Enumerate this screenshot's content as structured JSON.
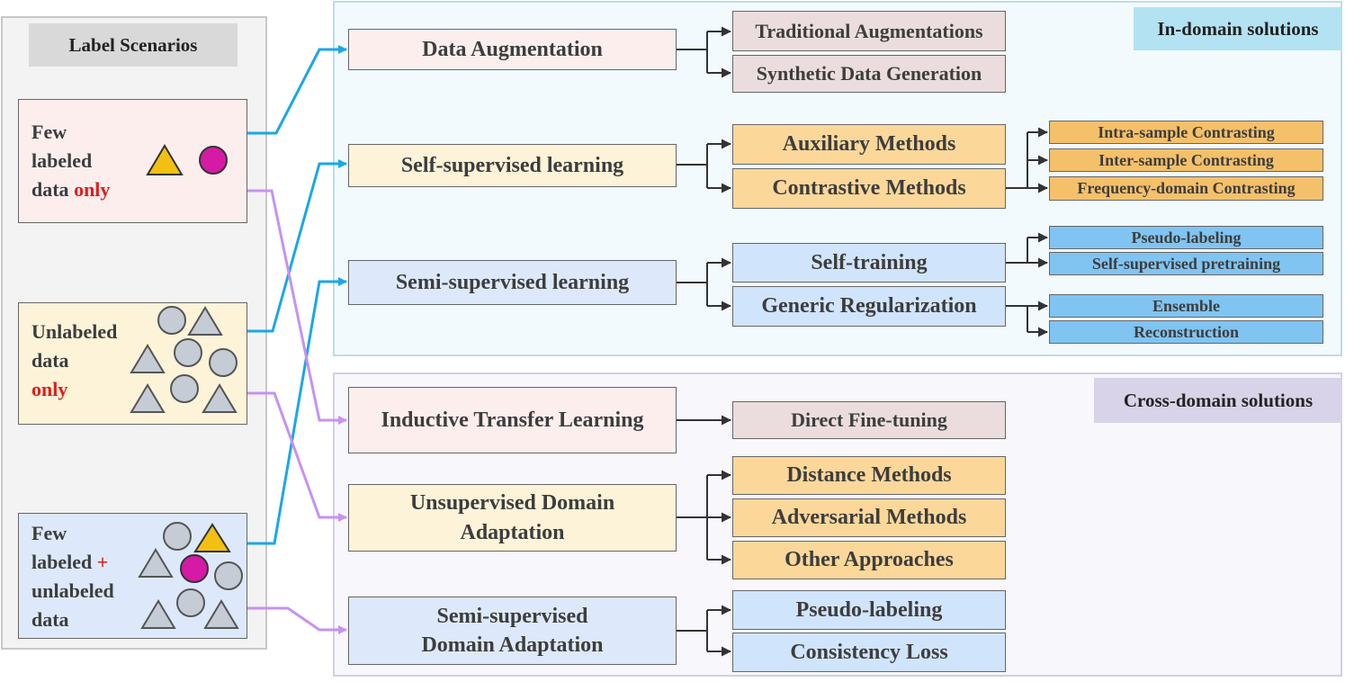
{
  "left_panel": {
    "title": "Label Scenarios",
    "scenario_few": {
      "line1": "Few",
      "line2": "labeled",
      "line3": "data",
      "line3_highlight": "only"
    },
    "scenario_unlabeled": {
      "line1": "Unlabeled",
      "line2": "data",
      "line3_highlight": "only"
    },
    "scenario_mixed": {
      "line1": "Few",
      "line2": "labeled",
      "line2_highlight": "+",
      "line3": "unlabeled",
      "line4": "data"
    }
  },
  "in_domain": {
    "tag": "In-domain solutions",
    "data_augmentation": {
      "label": "Data Augmentation",
      "children": [
        "Traditional Augmentations",
        "Synthetic Data Generation"
      ]
    },
    "self_supervised": {
      "label": "Self-supervised learning",
      "auxiliary": "Auxiliary Methods",
      "contrastive": "Contrastive Methods",
      "contrastive_children": [
        "Intra-sample Contrasting",
        "Inter-sample Contrasting",
        "Frequency-domain Contrasting"
      ]
    },
    "semi_supervised": {
      "label": "Semi-supervised learning",
      "self_training": "Self-training",
      "self_training_children": [
        "Pseudo-labeling",
        "Self-supervised pretraining"
      ],
      "generic_reg": "Generic Regularization",
      "generic_reg_children": [
        "Ensemble",
        "Reconstruction"
      ]
    }
  },
  "cross_domain": {
    "tag": "Cross-domain solutions",
    "inductive": {
      "label": "Inductive Transfer Learning",
      "child": "Direct Fine-tuning"
    },
    "uda": {
      "line1": "Unsupervised Domain",
      "line2": "Adaptation",
      "children": [
        "Distance Methods",
        "Adversarial Methods",
        "Other Approaches"
      ]
    },
    "ssda": {
      "line1": "Semi-supervised",
      "line2": "Domain Adaptation",
      "children": [
        "Pseudo-labeling",
        "Consistency Loss"
      ]
    }
  },
  "colors": {
    "blue_arrow": "#1aa7e8",
    "purple_arrow": "#c792f2",
    "magenta": "#d51aa6",
    "gold": "#f2c012",
    "gray_shape": "#c5ccd6"
  },
  "icons": [
    "triangle-icon",
    "circle-icon"
  ]
}
